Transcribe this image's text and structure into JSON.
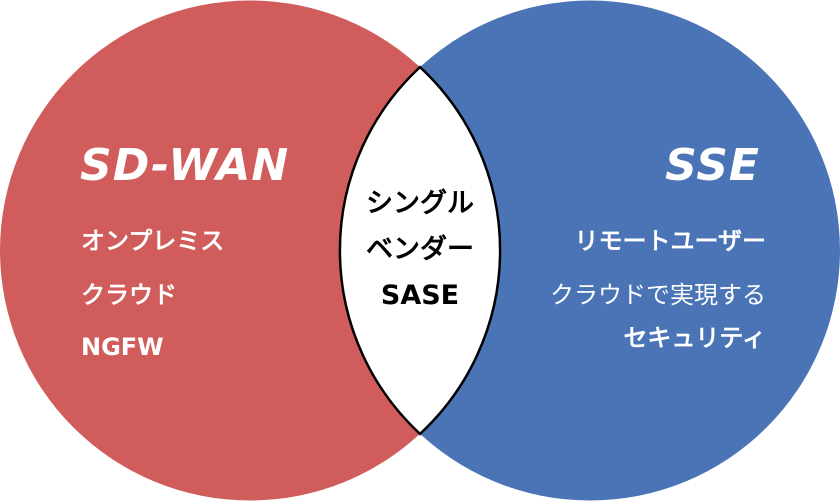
{
  "colors": {
    "left_circle": "#d05d5b",
    "right_circle": "#4a74b6",
    "overlap": "#ffffff",
    "outline": "#000000",
    "text_light": "#ffffff",
    "text_dark": "#000000"
  },
  "left": {
    "title": "SD-WAN",
    "items": [
      "オンプレミス",
      "クラウド",
      "NGFW"
    ]
  },
  "right": {
    "title": "SSE",
    "items": [
      "リモートユーザー",
      "クラウドで実現する",
      "セキュリティ"
    ]
  },
  "center": {
    "lines": [
      "シングル",
      "ベンダー",
      "SASE"
    ]
  }
}
